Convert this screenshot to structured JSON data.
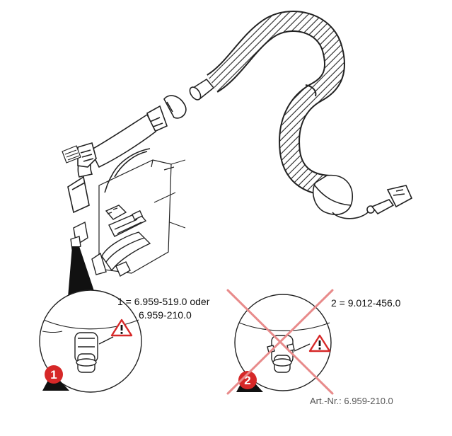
{
  "labels": {
    "part1_line1": "1 = 6.959-519.0 oder",
    "part1_line2": "6.959-210.0",
    "part2": "2 = 9.012-456.0",
    "article_number": "Art.-Nr.: 6.959-210.0"
  },
  "badges": {
    "badge1": "1",
    "badge2": "2"
  },
  "colors": {
    "badge_red": "#d62828",
    "cross_red": "#e88b8b",
    "line": "#222222"
  },
  "icons": {
    "warning": "warning-triangle-icon"
  }
}
